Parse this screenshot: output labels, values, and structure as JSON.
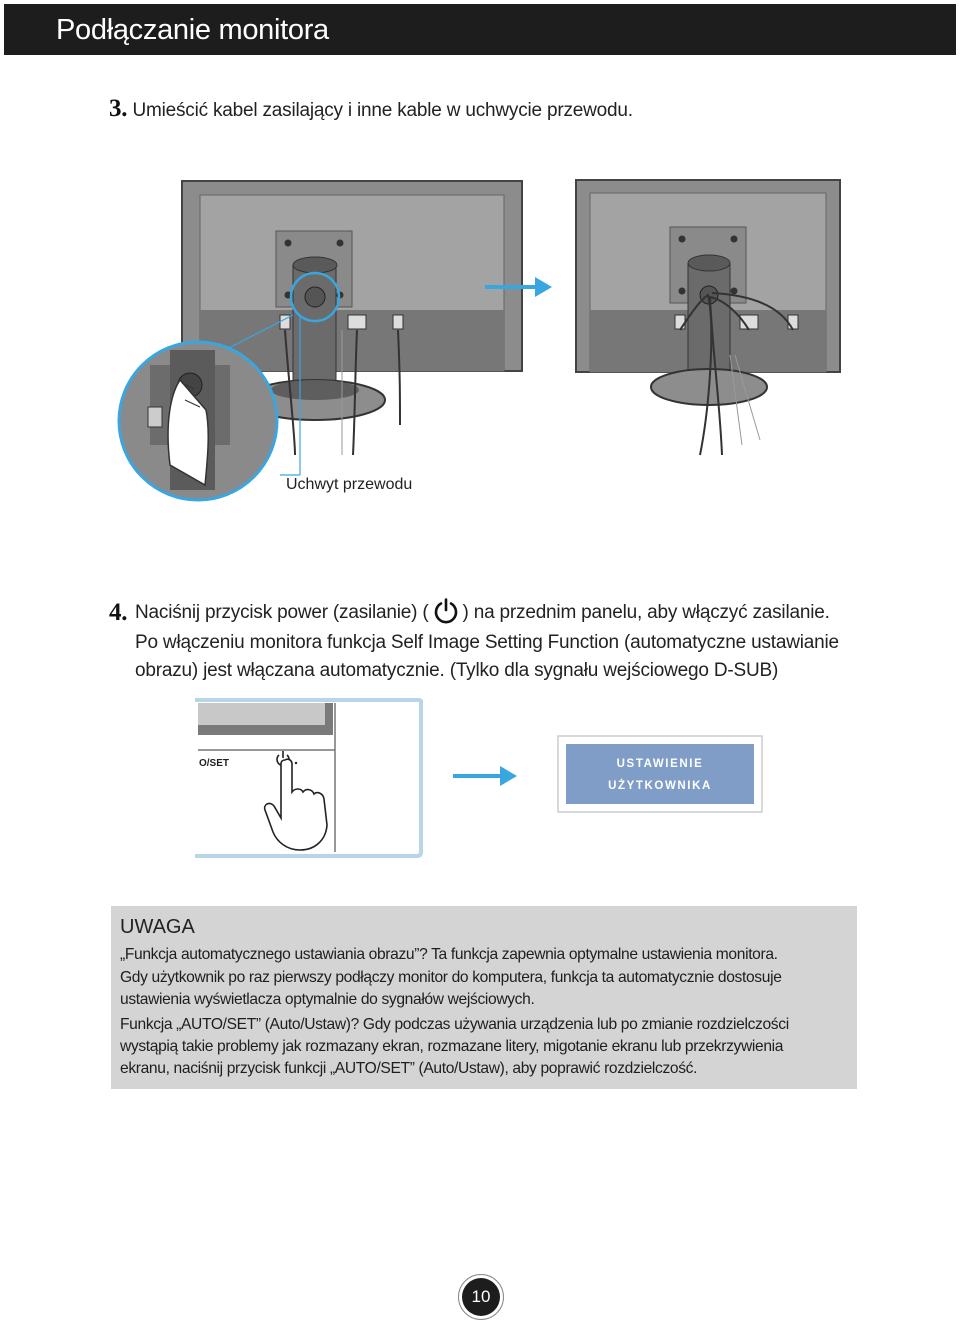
{
  "header": {
    "title": "Podłączanie monitora"
  },
  "step3": {
    "number": "3.",
    "text": "Umieścić kabel zasilający i inne kable w uchwycie przewodu."
  },
  "figure1": {
    "caption": "Uchwyt przewodu",
    "arrow_color": "#3aa6e0"
  },
  "step4": {
    "number": "4.",
    "line1_before": "Naciśnij przycisk power (zasilanie) (",
    "line1_after": ") na przednim panelu, aby włączyć zasilanie.",
    "line2": "Po włączeniu monitora funkcja Self Image Setting Function (automatyczne ustawianie",
    "line3": "obrazu) jest włączana automatycznie. (Tylko dla sygnału wejściowego D-SUB)",
    "power_icon": "power-icon"
  },
  "figure2": {
    "button_label": "O/SET",
    "osd_line1": "USTAWIENIE",
    "osd_line2": "UŻYTKOWNIKA",
    "osd_color": "#7f9dc6"
  },
  "note": {
    "heading": "UWAGA",
    "lines": [
      "„Funkcja automatycznego ustawiania obrazu”? Ta funkcja zapewnia optymalne ustawienia monitora.",
      "Gdy użytkownik po raz pierwszy podłączy monitor do komputera, funkcja ta automatycznie dostosuje",
      "ustawienia wyświetlacza optymalnie do sygnałów wejściowych.",
      "Funkcja „AUTO/SET” (Auto/Ustaw)? Gdy podczas używania urządzenia lub po zmianie rozdzielczości",
      "wystąpią takie problemy jak rozmazany ekran, rozmazane litery, migotanie ekranu lub przekrzywienia",
      "ekranu, naciśnij przycisk funkcji „AUTO/SET” (Auto/Ustaw), aby poprawić rozdzielczość."
    ]
  },
  "page": {
    "number": "10"
  }
}
